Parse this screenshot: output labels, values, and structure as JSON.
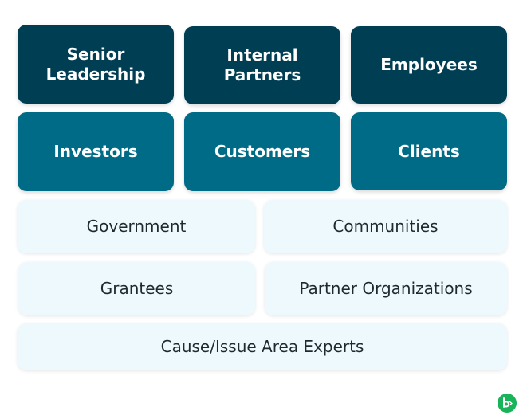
{
  "primary_row": [
    {
      "label": "Senior\nLeadership"
    },
    {
      "label": "Internal\nPartners"
    },
    {
      "label": "Employees"
    }
  ],
  "secondary_row": [
    {
      "label": "Investors"
    },
    {
      "label": "Customers"
    },
    {
      "label": "Clients"
    }
  ],
  "tertiary": [
    {
      "label": "Government"
    },
    {
      "label": "Communities"
    },
    {
      "label": "Grantees"
    },
    {
      "label": "Partner Organizations"
    },
    {
      "label": "Cause/Issue Area Experts"
    }
  ],
  "colors": {
    "primary": "#003e54",
    "secondary": "#006b86",
    "tertiary": "#eef9fd",
    "logo": "#19b35a"
  },
  "logo_icon": "brand-logo-icon"
}
